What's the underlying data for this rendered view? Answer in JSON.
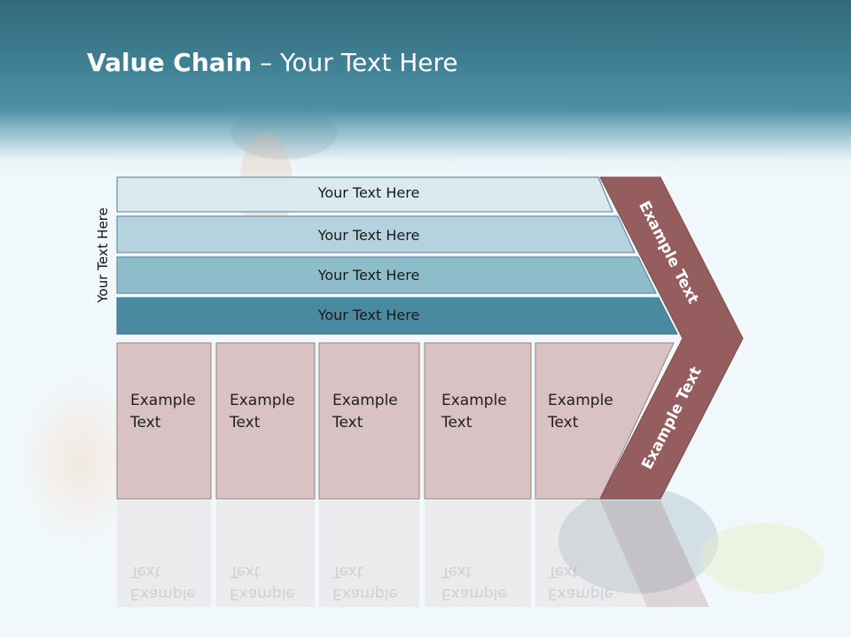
{
  "header": {
    "title_bold": "Value Chain",
    "title_rest": " – Your Text Here"
  },
  "diagram": {
    "side_label": "Your Text Here",
    "rows": [
      {
        "label": "Your Text Here",
        "fill": "#d9e9ef"
      },
      {
        "label": "Your Text Here",
        "fill": "#b5d3de"
      },
      {
        "label": "Your Text Here",
        "fill": "#8fbccb"
      },
      {
        "label": "Your Text Here",
        "fill": "#4a8aa0"
      }
    ],
    "boxes": [
      {
        "line1": "Example",
        "line2": "Text"
      },
      {
        "line1": "Example",
        "line2": "Text"
      },
      {
        "line1": "Example",
        "line2": "Text"
      },
      {
        "line1": "Example",
        "line2": "Text"
      },
      {
        "line1": "Example",
        "line2": "Text"
      }
    ],
    "chevron_upper": "Example Text",
    "chevron_lower": "Example Text",
    "colors": {
      "box_fill": "#d8c2c4",
      "chevron_fill": "#955d5e",
      "row_stroke": "#5a7f8c"
    }
  }
}
